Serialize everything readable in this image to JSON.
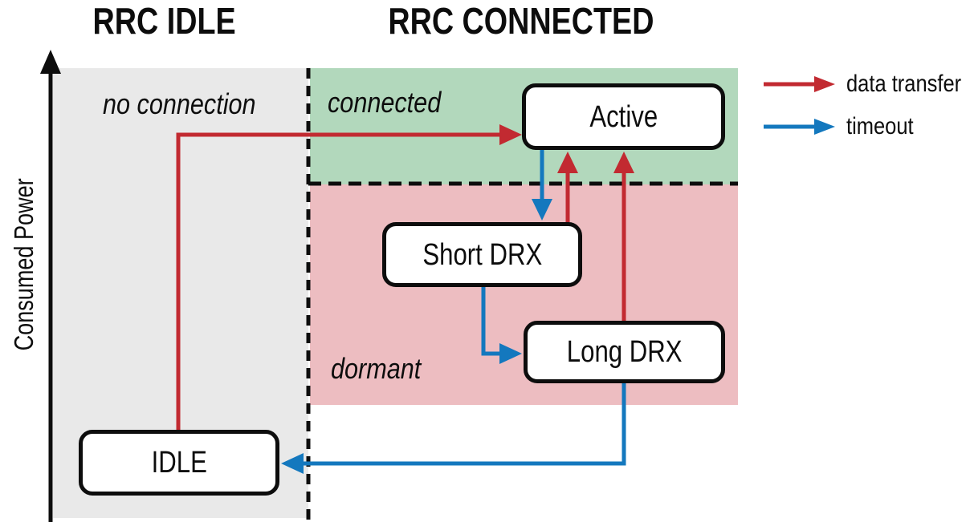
{
  "diagram": {
    "titles": {
      "left": "RRC IDLE",
      "right": "RRC CONNECTED"
    },
    "axis_label": "Consumed Power",
    "regions": {
      "no_connection": {
        "label": "no connection"
      },
      "connected": {
        "label": "connected"
      },
      "dormant": {
        "label": "dormant"
      }
    },
    "states": {
      "active": {
        "label": "Active"
      },
      "short_drx": {
        "label": "Short DRX"
      },
      "long_drx": {
        "label": "Long DRX"
      },
      "idle": {
        "label": "IDLE"
      }
    },
    "legend": {
      "data_transfer": {
        "label": "data transfer"
      },
      "timeout": {
        "label": "timeout"
      }
    },
    "transitions": [
      {
        "from": "IDLE",
        "to": "Active",
        "trigger": "data transfer"
      },
      {
        "from": "Short DRX",
        "to": "Active",
        "trigger": "data transfer"
      },
      {
        "from": "Long DRX",
        "to": "Active",
        "trigger": "data transfer"
      },
      {
        "from": "Active",
        "to": "Short DRX",
        "trigger": "timeout"
      },
      {
        "from": "Short DRX",
        "to": "Long DRX",
        "trigger": "timeout"
      },
      {
        "from": "Long DRX",
        "to": "IDLE",
        "trigger": "timeout"
      }
    ],
    "colors": {
      "arrow-red": "#c22a31",
      "arrow-blue": "#1478be",
      "region-gray": "#e9e9e9",
      "region-green": "#b2d8bc",
      "region-pink": "#edbdc1",
      "ink": "#0d0d0d"
    }
  }
}
